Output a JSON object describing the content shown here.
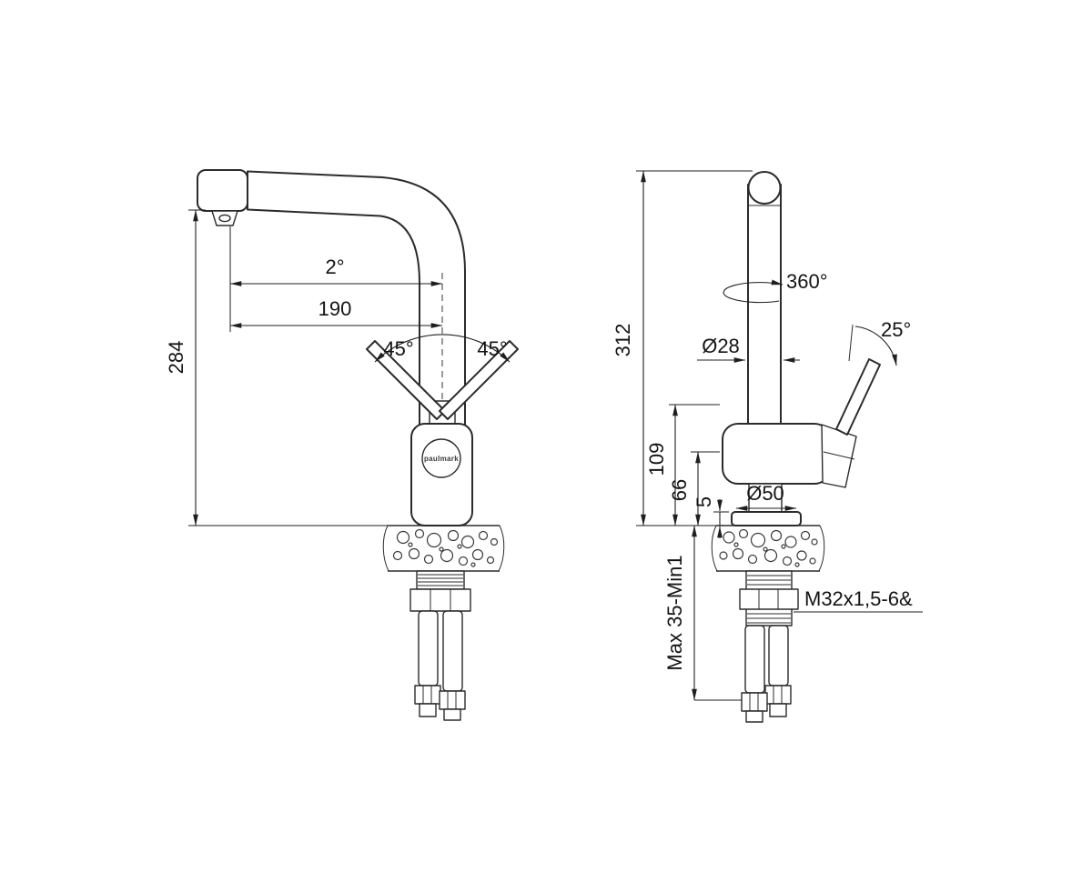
{
  "brand": "paulmark",
  "front": {
    "height": "284",
    "reach": "190",
    "slope": "2°",
    "handle_left": "45°",
    "handle_right": "45°"
  },
  "side": {
    "height": "312",
    "body_height": "109",
    "spout_base": "66",
    "flange": "5",
    "pipe_dia": "Ø28",
    "base_dia": "Ø50",
    "swivel": "360°",
    "handle_angle": "25°",
    "mount_range": "Max 35-Min1",
    "thread": "M32x1,5-6&"
  }
}
